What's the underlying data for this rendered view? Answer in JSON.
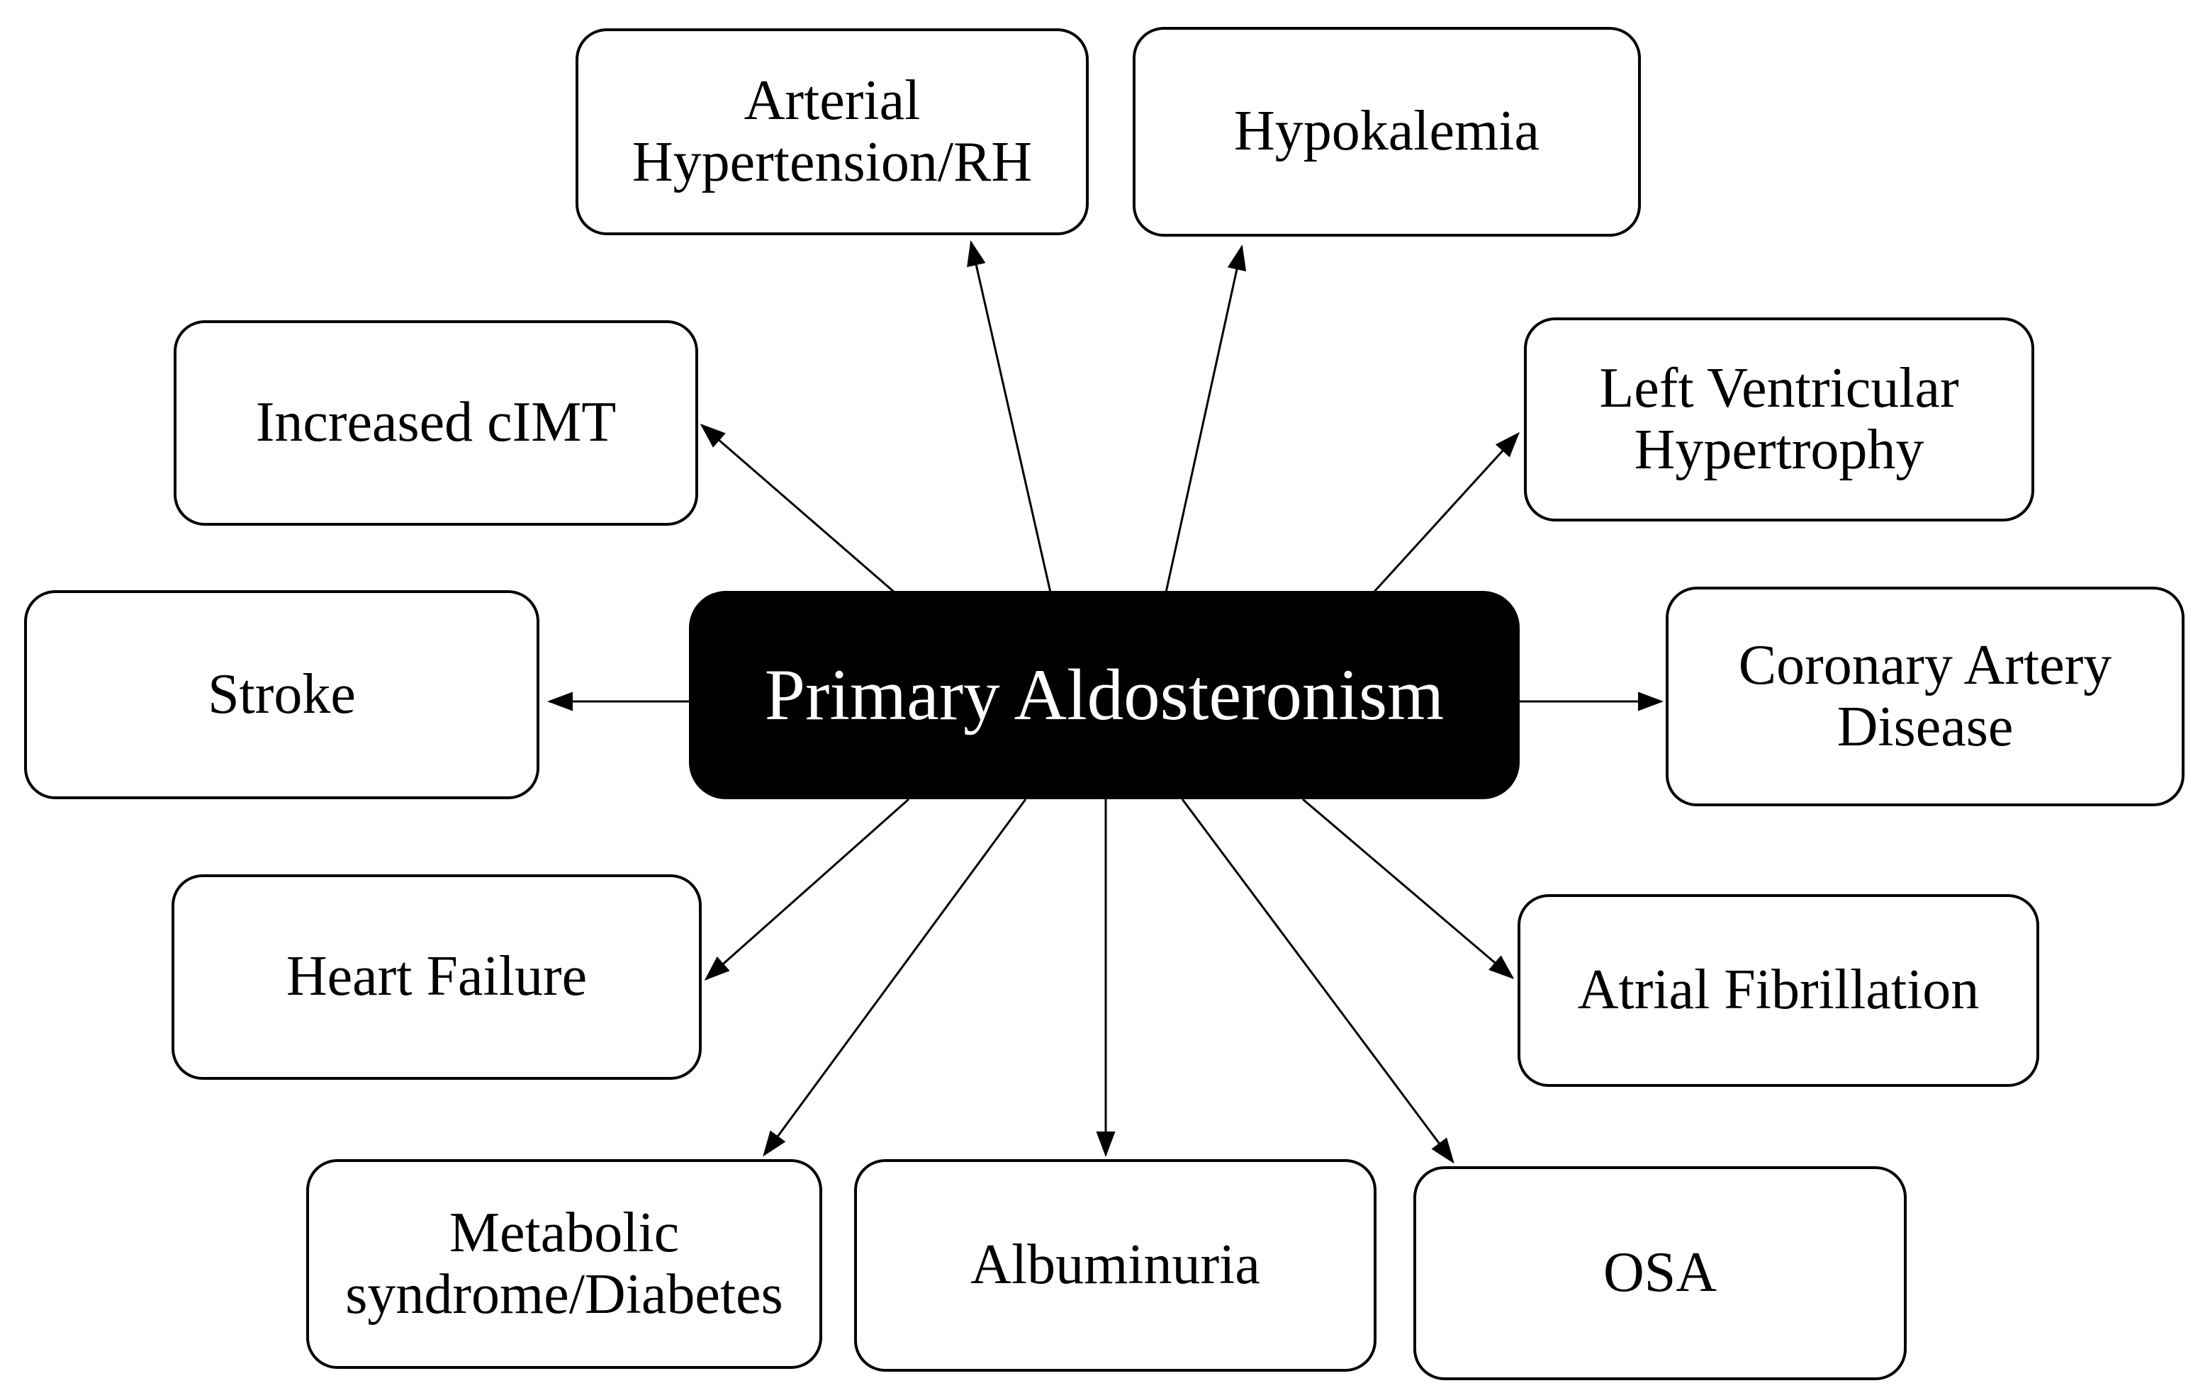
{
  "figure": {
    "type": "hub-and-spoke-diagram",
    "background_color": "#ffffff",
    "line_color": "#000000",
    "center": {
      "id": "primary-aldosteronism",
      "label": "Primary Aldosteronism",
      "fill_color": "#000000",
      "text_color": "#ffffff"
    },
    "nodes": [
      {
        "id": "arterial-hypertension-rh",
        "label": "Arterial\nHypertension/RH"
      },
      {
        "id": "hypokalemia",
        "label": "Hypokalemia"
      },
      {
        "id": "increased-cimt",
        "label": "Increased cIMT"
      },
      {
        "id": "left-ventricular-hypertrophy",
        "label": "Left Ventricular\nHypertrophy"
      },
      {
        "id": "stroke",
        "label": "Stroke"
      },
      {
        "id": "coronary-artery-disease",
        "label": "Coronary Artery\nDisease"
      },
      {
        "id": "heart-failure",
        "label": "Heart Failure"
      },
      {
        "id": "atrial-fibrillation",
        "label": "Atrial Fibrillation"
      },
      {
        "id": "metabolic-syndrome-diabetes",
        "label": "Metabolic\nsyndrome/Diabetes"
      },
      {
        "id": "albuminuria",
        "label": "Albuminuria"
      },
      {
        "id": "osa",
        "label": "OSA"
      }
    ],
    "edges": [
      {
        "from": "primary-aldosteronism",
        "to": "arterial-hypertension-rh"
      },
      {
        "from": "primary-aldosteronism",
        "to": "hypokalemia"
      },
      {
        "from": "primary-aldosteronism",
        "to": "increased-cimt"
      },
      {
        "from": "primary-aldosteronism",
        "to": "left-ventricular-hypertrophy"
      },
      {
        "from": "primary-aldosteronism",
        "to": "stroke"
      },
      {
        "from": "primary-aldosteronism",
        "to": "coronary-artery-disease"
      },
      {
        "from": "primary-aldosteronism",
        "to": "heart-failure"
      },
      {
        "from": "primary-aldosteronism",
        "to": "atrial-fibrillation"
      },
      {
        "from": "primary-aldosteronism",
        "to": "metabolic-syndrome-diabetes"
      },
      {
        "from": "primary-aldosteronism",
        "to": "albuminuria"
      },
      {
        "from": "primary-aldosteronism",
        "to": "osa"
      }
    ]
  }
}
